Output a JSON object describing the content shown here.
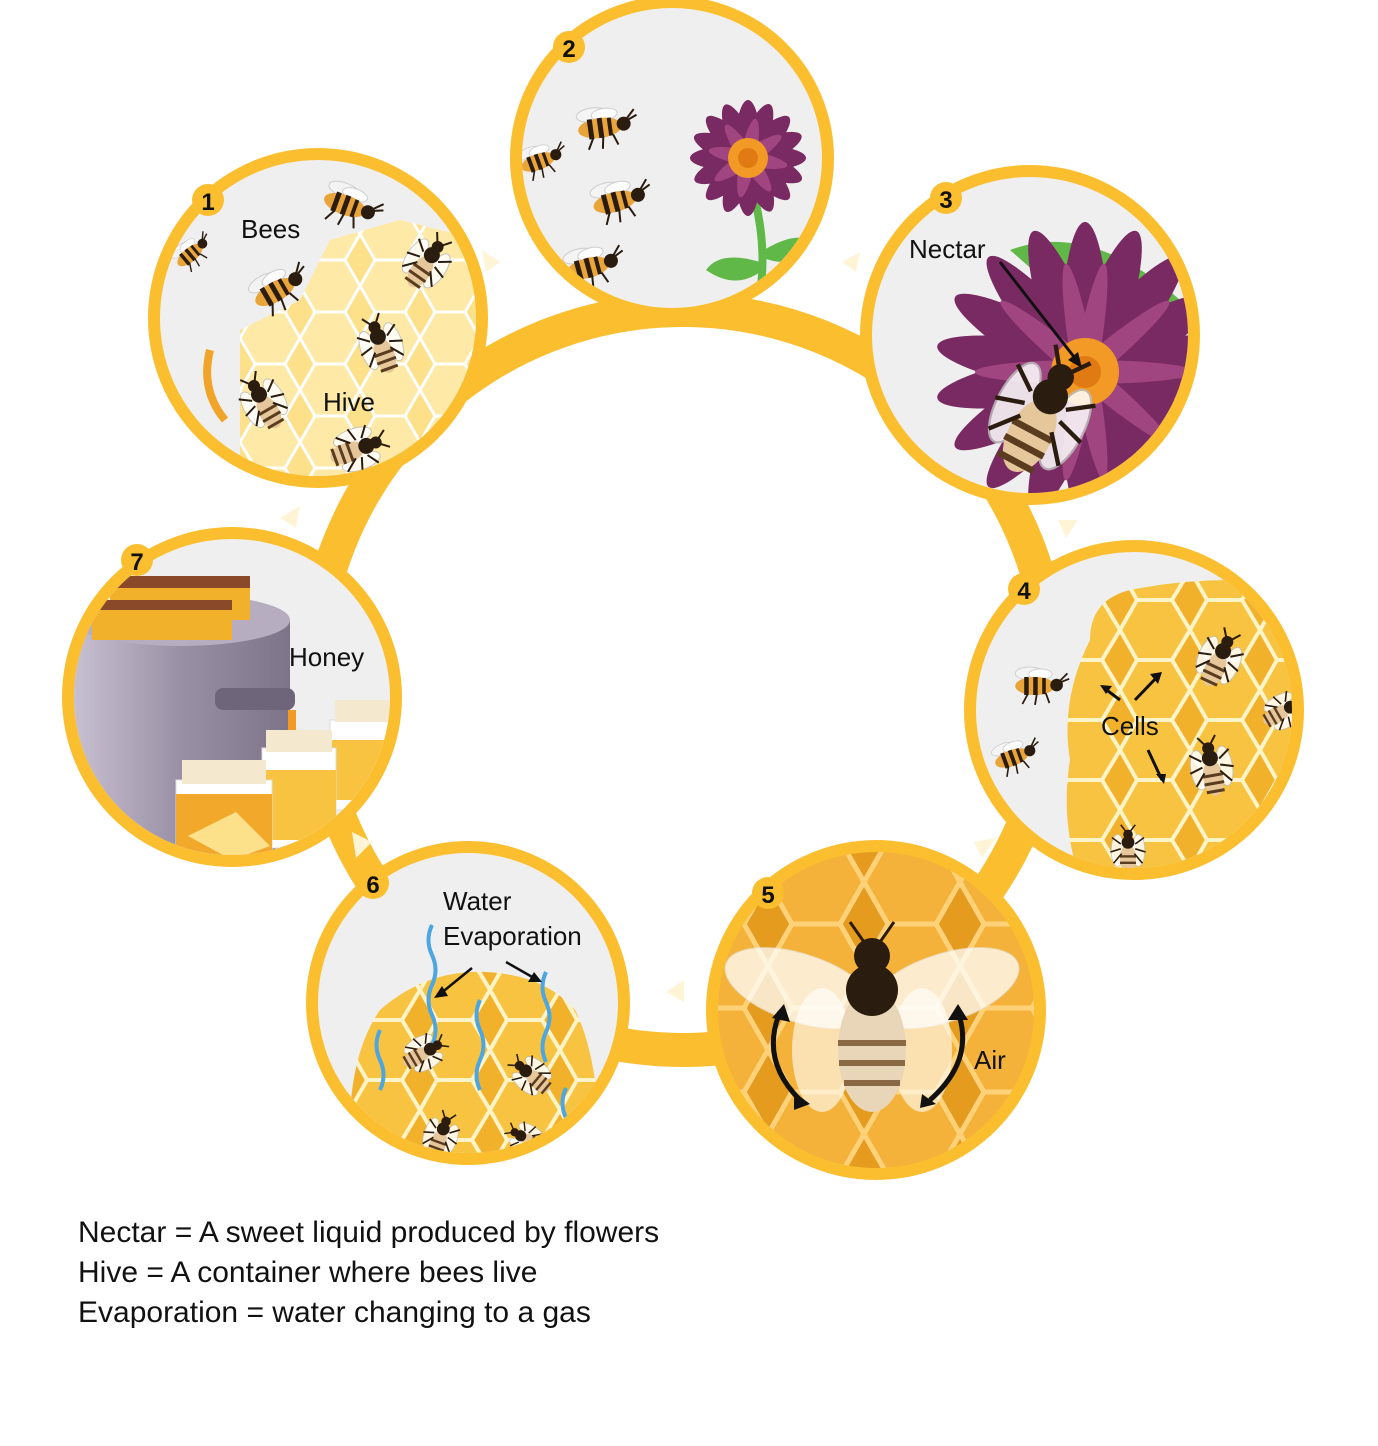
{
  "stages": [
    {
      "number": "1",
      "labels": [
        "Bees",
        "Hive"
      ]
    },
    {
      "number": "2",
      "labels": []
    },
    {
      "number": "3",
      "labels": [
        "Nectar"
      ]
    },
    {
      "number": "4",
      "labels": [
        "Cells"
      ]
    },
    {
      "number": "5",
      "labels": [
        "Air"
      ]
    },
    {
      "number": "6",
      "labels": [
        "Water",
        "Evaporation"
      ]
    },
    {
      "number": "7",
      "labels": [
        "Honey"
      ]
    }
  ],
  "glossary": [
    "Nectar = A sweet liquid produced by flowers",
    "Hive = A container where bees live",
    "Evaporation = water changing to a gas"
  ],
  "colors": {
    "ring": "#FBBE2E",
    "circle_bg": "#EFEFEF",
    "honeycomb": "#F7C340",
    "honeycomb_light": "#FCE08A",
    "flower": "#7A2A63",
    "flower_center": "#F29A25",
    "leaf": "#5FB848",
    "water": "#4EA6E0",
    "pot": "#9A90A6",
    "arrow_fill": "#FFF4D6"
  },
  "icons": [
    "bee-icon",
    "flower-icon",
    "honeycomb-icon",
    "honey-jar-icon",
    "pot-icon",
    "water-wave-icon",
    "cycle-arrow-icon"
  ]
}
